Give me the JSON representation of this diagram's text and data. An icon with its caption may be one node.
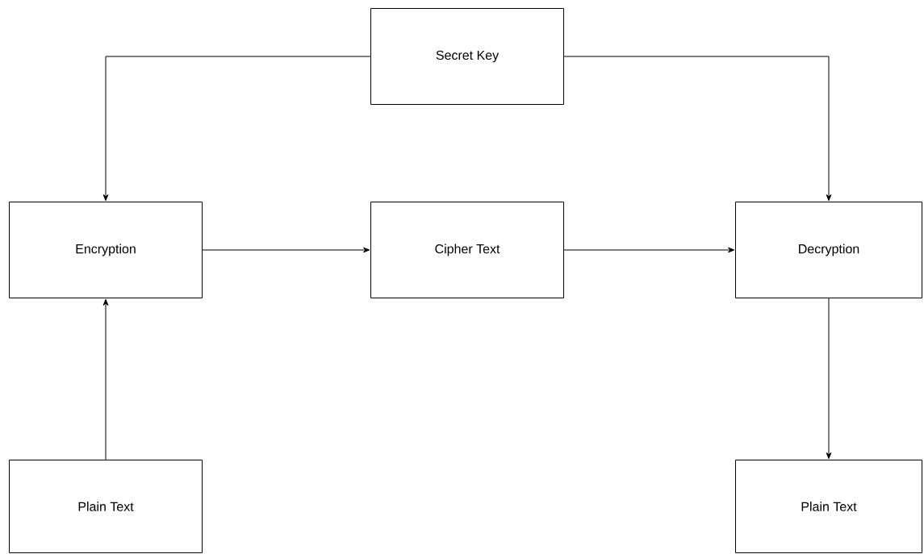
{
  "diagram": {
    "nodes": [
      {
        "text": [
          "Secret Key"
        ]
      },
      {
        "text": [
          "Encryption"
        ]
      },
      {
        "text": [
          "Cipher Text"
        ]
      },
      {
        "text": [
          "Decryption"
        ]
      },
      {
        "text": [
          "Plain Text"
        ]
      },
      {
        "text": [
          "Plain Text"
        ]
      }
    ],
    "edges": [
      {
        "from": 0,
        "to": 1,
        "arrow": "to"
      },
      {
        "from": 0,
        "to": 3,
        "arrow": "to"
      },
      {
        "from": 1,
        "to": 2,
        "arrow": "to"
      },
      {
        "from": 2,
        "to": 3,
        "arrow": "to"
      },
      {
        "from": 4,
        "to": 1,
        "arrow": "to"
      },
      {
        "from": 3,
        "to": 5,
        "arrow": "to"
      }
    ]
  }
}
